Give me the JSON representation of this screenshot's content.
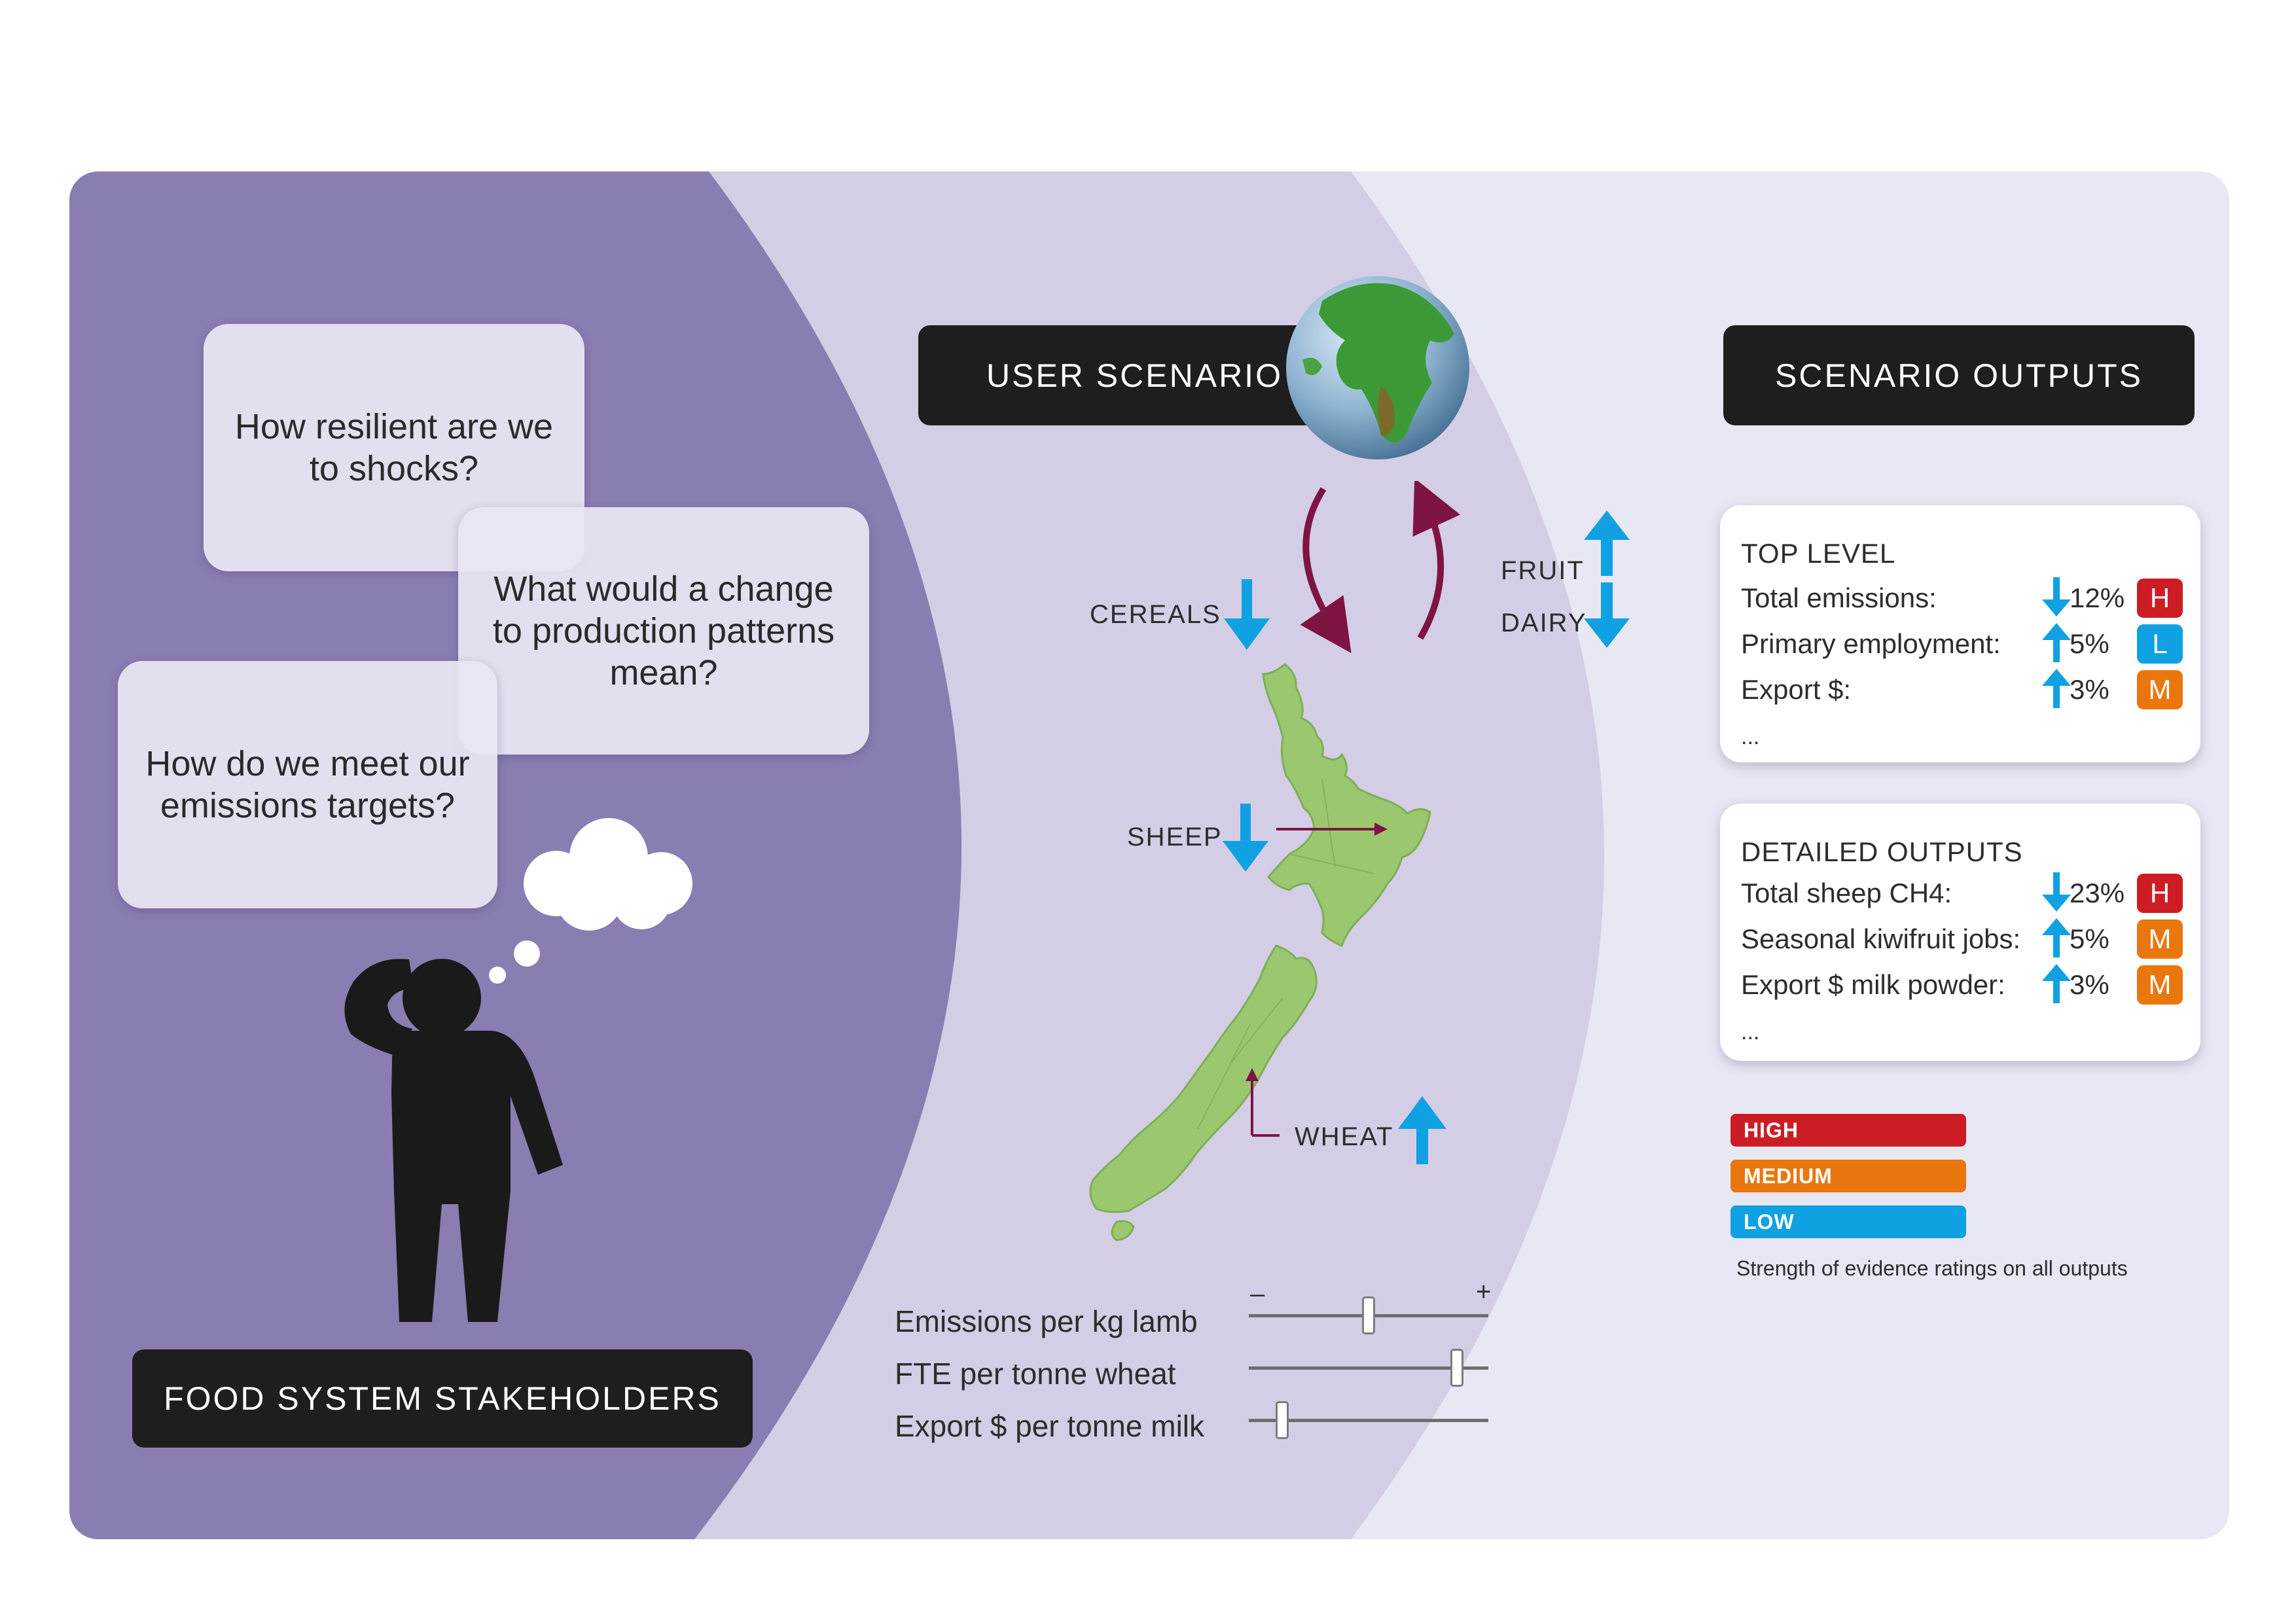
{
  "questions": [
    "How resilient are we to shocks?",
    "What would a change to production patterns mean?",
    "How do we meet our emissions targets?"
  ],
  "stakeholders_label": "FOOD SYSTEM STAKEHOLDERS",
  "user_scenario": {
    "title": "USER SCENARIO",
    "map_labels": {
      "cereals": "CEREALS",
      "fruit": "FRUIT",
      "dairy": "DAIRY",
      "sheep": "SHEEP",
      "wheat": "WHEAT"
    },
    "sliders": [
      {
        "label": "Emissions per kg lamb",
        "level": 0.5
      },
      {
        "label": "FTE per tonne wheat",
        "level": 0.87
      },
      {
        "label": "Export $ per tonne milk",
        "level": 0.14
      }
    ],
    "slider_min_symbol": "–",
    "slider_max_symbol": "+"
  },
  "scenario_outputs": {
    "title": "SCENARIO OUTPUTS",
    "top_level": {
      "title": "TOP LEVEL",
      "rows": [
        {
          "label": "Total emissions:",
          "direction": "down",
          "value": "12%",
          "rating": "H"
        },
        {
          "label": "Primary employment:",
          "direction": "up",
          "value": "5%",
          "rating": "L"
        },
        {
          "label": "Export $:",
          "direction": "up",
          "value": "3%",
          "rating": "M"
        }
      ],
      "more": "..."
    },
    "detailed": {
      "title": "DETAILED OUTPUTS",
      "rows": [
        {
          "label": "Total sheep CH4:",
          "direction": "down",
          "value": "23%",
          "rating": "H"
        },
        {
          "label": "Seasonal kiwifruit jobs:",
          "direction": "up",
          "value": "5%",
          "rating": "M"
        },
        {
          "label": "Export $ milk powder:",
          "direction": "up",
          "value": "3%",
          "rating": "M"
        }
      ],
      "more": "..."
    },
    "legend": [
      {
        "label": "HIGH",
        "color": "#cc1d24"
      },
      {
        "label": "MEDIUM",
        "color": "#e9770e"
      },
      {
        "label": "LOW",
        "color": "#10a1e2"
      }
    ],
    "legend_note": "Strength of evidence ratings on all outputs"
  },
  "colors": {
    "dark_purple": "#8a7db1",
    "light_purple": "#d3cee5",
    "pale": "#e8e8f4",
    "arrow_blue": "#10a1e2",
    "cycle_maroon": "#7e1443",
    "land_green": "#9bc86e",
    "high": "#cc1d24",
    "medium": "#e9770e",
    "low": "#10a1e2"
  }
}
